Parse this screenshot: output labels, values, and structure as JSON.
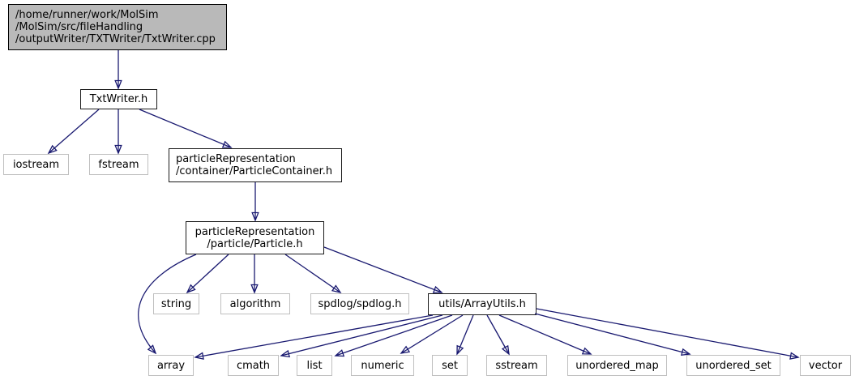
{
  "graph": {
    "kind": "include-dependency-graph",
    "nodes": {
      "root": {
        "label": "/home/runner/work/MolSim\n/MolSim/src/fileHandling\n/outputWriter/TXTWriter/TxtWriter.cpp",
        "kind": "current-file"
      },
      "txtwriter": {
        "label": "TxtWriter.h",
        "kind": "project-header"
      },
      "iostream": {
        "label": "iostream",
        "kind": "system-header"
      },
      "fstream": {
        "label": "fstream",
        "kind": "system-header"
      },
      "container": {
        "label": "particleRepresentation\n/container/ParticleContainer.h",
        "kind": "project-header"
      },
      "particle": {
        "label": "particleRepresentation\n/particle/Particle.h",
        "kind": "project-header"
      },
      "string": {
        "label": "string",
        "kind": "system-header"
      },
      "algorithm": {
        "label": "algorithm",
        "kind": "system-header"
      },
      "spdlog": {
        "label": "spdlog/spdlog.h",
        "kind": "system-header"
      },
      "arrayutils": {
        "label": "utils/ArrayUtils.h",
        "kind": "project-header"
      },
      "array": {
        "label": "array",
        "kind": "system-header"
      },
      "cmath": {
        "label": "cmath",
        "kind": "system-header"
      },
      "list": {
        "label": "list",
        "kind": "system-header"
      },
      "numeric": {
        "label": "numeric",
        "kind": "system-header"
      },
      "set": {
        "label": "set",
        "kind": "system-header"
      },
      "sstream": {
        "label": "sstream",
        "kind": "system-header"
      },
      "unordered_map": {
        "label": "unordered_map",
        "kind": "system-header"
      },
      "unordered_set": {
        "label": "unordered_set",
        "kind": "system-header"
      },
      "vector": {
        "label": "vector",
        "kind": "system-header"
      }
    },
    "edges": [
      {
        "from": "root",
        "to": "txtwriter"
      },
      {
        "from": "txtwriter",
        "to": "iostream"
      },
      {
        "from": "txtwriter",
        "to": "fstream"
      },
      {
        "from": "txtwriter",
        "to": "container"
      },
      {
        "from": "container",
        "to": "particle"
      },
      {
        "from": "particle",
        "to": "string"
      },
      {
        "from": "particle",
        "to": "algorithm"
      },
      {
        "from": "particle",
        "to": "spdlog"
      },
      {
        "from": "particle",
        "to": "arrayutils"
      },
      {
        "from": "particle",
        "to": "array"
      },
      {
        "from": "arrayutils",
        "to": "array"
      },
      {
        "from": "arrayutils",
        "to": "cmath"
      },
      {
        "from": "arrayutils",
        "to": "list"
      },
      {
        "from": "arrayutils",
        "to": "numeric"
      },
      {
        "from": "arrayutils",
        "to": "set"
      },
      {
        "from": "arrayutils",
        "to": "sstream"
      },
      {
        "from": "arrayutils",
        "to": "unordered_map"
      },
      {
        "from": "arrayutils",
        "to": "unordered_set"
      },
      {
        "from": "arrayutils",
        "to": "vector"
      }
    ],
    "colors": {
      "edge": "#191970",
      "root_fill": "#b9b9b9",
      "internal_border": "#1a1a1a",
      "external_border": "#bfbfbf",
      "node_fill": "#ffffff"
    }
  }
}
